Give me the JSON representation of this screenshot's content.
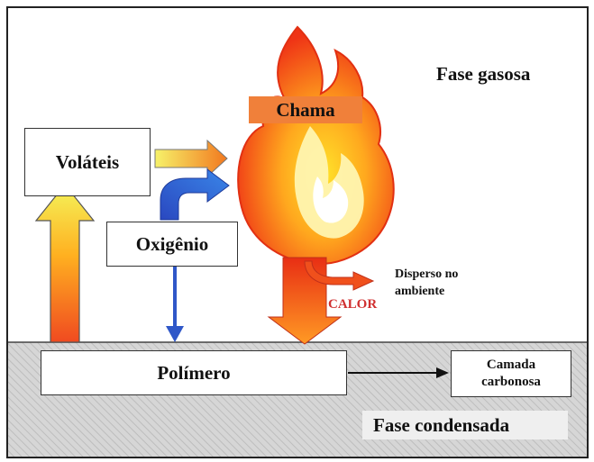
{
  "labels": {
    "gas_phase": "Fase gasosa",
    "flame": "Chama",
    "volatiles": "Voláteis",
    "oxygen": "Oxigênio",
    "dispersed_line1": "Disperso no",
    "dispersed_line2": "ambiente",
    "heat": "CALOR",
    "polymer": "Polímero",
    "char_line1": "Camada",
    "char_line2": "carbonosa",
    "condensed_phase": "Fase condensada"
  },
  "colors": {
    "flame_outer": "#f23a1a",
    "flame_mid": "#ff8a1c",
    "flame_inner": "#ffd21a",
    "flame_label_bg": "#f0803a",
    "heat_text": "#d03030",
    "oxygen_arrow": "#2f57c8",
    "condensed_hatch": "#cfcfcf"
  },
  "icons": [
    "flame-icon",
    "up-arrow-icon",
    "right-arrow-icon",
    "curved-arrow-icon",
    "down-arrow-icon"
  ]
}
